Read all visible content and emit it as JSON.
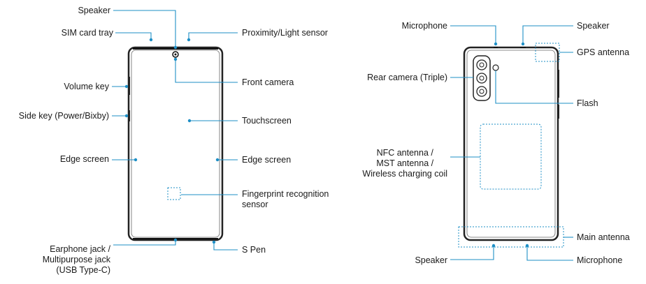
{
  "front_labels": {
    "speaker": "Speaker",
    "sim_tray": "SIM card tray",
    "proximity_sensor": "Proximity/Light sensor",
    "volume_key": "Volume key",
    "front_camera": "Front camera",
    "side_key": "Side key (Power/Bixby)",
    "touchscreen": "Touchscreen",
    "edge_screen_left": "Edge screen",
    "edge_screen_right": "Edge screen",
    "fingerprint_line1": "Fingerprint recognition",
    "fingerprint_line2": "sensor",
    "earphone_line1": "Earphone jack /",
    "earphone_line2": "Multipurpose jack",
    "earphone_line3": "(USB Type-C)",
    "s_pen": "S Pen"
  },
  "back_labels": {
    "microphone_top": "Microphone",
    "speaker_top": "Speaker",
    "gps_antenna": "GPS antenna",
    "rear_camera": "Rear camera (Triple)",
    "flash": "Flash",
    "nfc_line1": "NFC antenna /",
    "nfc_line2": "MST antenna /",
    "nfc_line3": "Wireless charging coil",
    "main_antenna": "Main antenna",
    "speaker_bottom": "Speaker",
    "microphone_bottom": "Microphone"
  },
  "colors": {
    "leader": "#1e8fc6",
    "outline": "#222222"
  }
}
